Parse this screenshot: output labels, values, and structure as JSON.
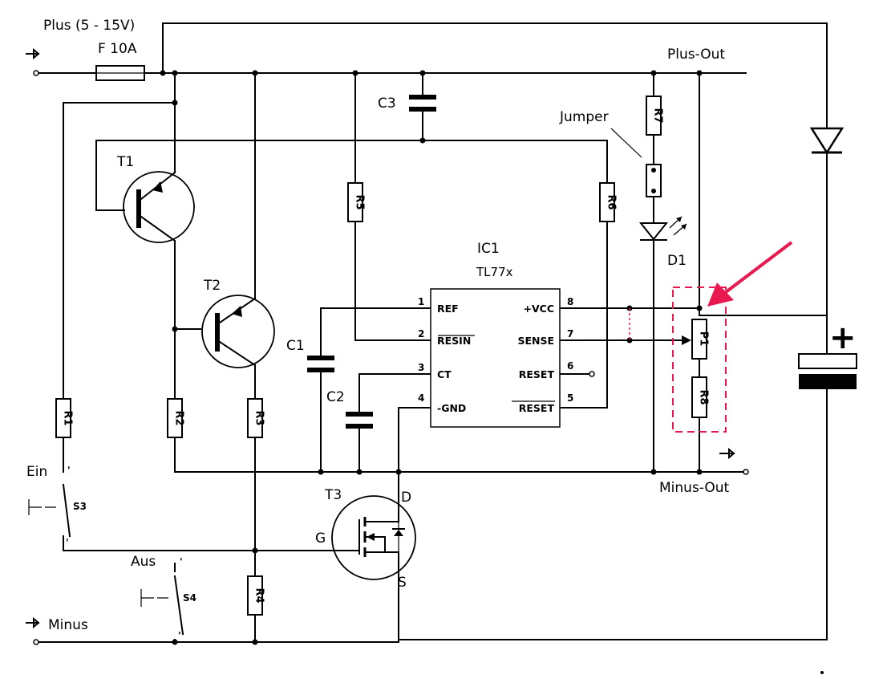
{
  "labels": {
    "plus_in": "Plus (5 - 15V)",
    "fuse": "F 10A",
    "plus_out": "Plus-Out",
    "minus_out": "Minus-Out",
    "minus_in": "Minus",
    "jumper": "Jumper",
    "d1": "D1",
    "ein": "Ein",
    "aus": "Aus",
    "s3": "S3",
    "s4": "S4",
    "battery_plus": "+"
  },
  "transistors": {
    "t1": "T1",
    "t2": "T2",
    "t3": "T3",
    "gate": "G",
    "drain": "D",
    "source": "S"
  },
  "capacitors": {
    "c1": "C1",
    "c2": "C2",
    "c3": "C3"
  },
  "resistors": {
    "r1": "R1",
    "r2": "R2",
    "r3": "R3",
    "r4": "R4",
    "r5": "R5",
    "r6": "R6",
    "r7": "R7",
    "r8": "R8",
    "p1": "P1"
  },
  "ic": {
    "name": "IC1",
    "part": "TL77x",
    "pins_left": [
      {
        "num": "1",
        "name": "REF"
      },
      {
        "num": "2",
        "name": "RESIN"
      },
      {
        "num": "3",
        "name": "CT"
      },
      {
        "num": "4",
        "name": "-GND"
      }
    ],
    "pins_right": [
      {
        "num": "8",
        "name": "+VCC"
      },
      {
        "num": "7",
        "name": "SENSE"
      },
      {
        "num": "6",
        "name": "RESET"
      },
      {
        "num": "5",
        "name": "RESET"
      }
    ]
  },
  "colors": {
    "highlight_arrow": "#e8194f",
    "highlight_box": "#e8194f",
    "wire": "#000000"
  }
}
